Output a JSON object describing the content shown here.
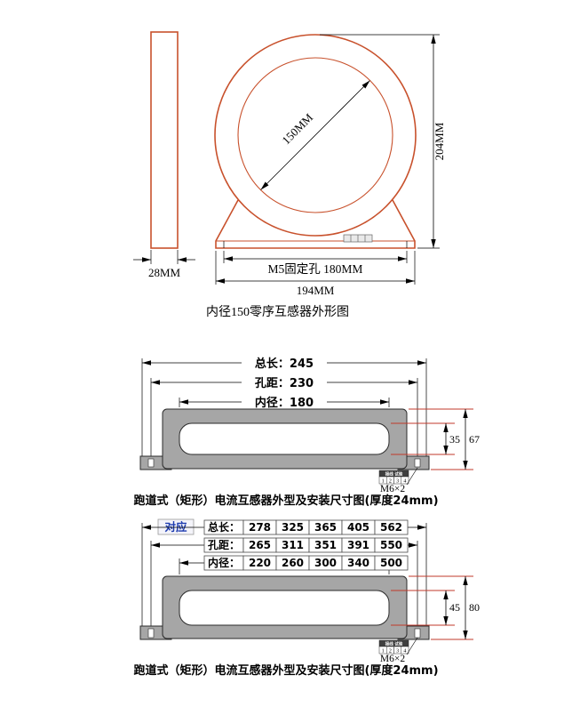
{
  "colors": {
    "outline_orange": "#c8512c",
    "body_gray": "#a6a6a6",
    "dim_red": "#c0392b",
    "dim_black": "#000000",
    "correspond_blue": "#1f3db0"
  },
  "top_drawing": {
    "side_width": "28MM",
    "inner_diameter": "150MM",
    "height": "204MM",
    "mount_holes": "M5固定孔 180MM",
    "total_width": "194MM",
    "caption": "内径150零序互感器外形图"
  },
  "middle_drawing": {
    "dims": {
      "total_length": "总长：245",
      "hole_distance": "孔距：230",
      "inner_diameter": "内径：180"
    },
    "inner_height": "35",
    "outer_height": "67",
    "bolt_label": "M6×2",
    "terminal": {
      "header": "接线 试验",
      "cells": [
        "1",
        "2",
        "3",
        "4"
      ]
    },
    "caption": "跑道式（矩形）电流互感器外型及安装尺寸图(厚度24mm)"
  },
  "bottom_drawing": {
    "correspond": "对应",
    "rows": [
      {
        "label": "总长：",
        "values": [
          "278",
          "325",
          "365",
          "405",
          "562"
        ]
      },
      {
        "label": "孔距：",
        "values": [
          "265",
          "311",
          "351",
          "391",
          "550"
        ]
      },
      {
        "label": "内径：",
        "values": [
          "220",
          "260",
          "300",
          "340",
          "500"
        ]
      }
    ],
    "inner_height": "45",
    "outer_height": "80",
    "bolt_label": "M6×2",
    "terminal": {
      "header": "接线 试验",
      "cells": [
        "1",
        "2",
        "3",
        "4"
      ]
    },
    "caption": "跑道式（矩形）电流互感器外型及安装尺寸图(厚度24mm)"
  }
}
